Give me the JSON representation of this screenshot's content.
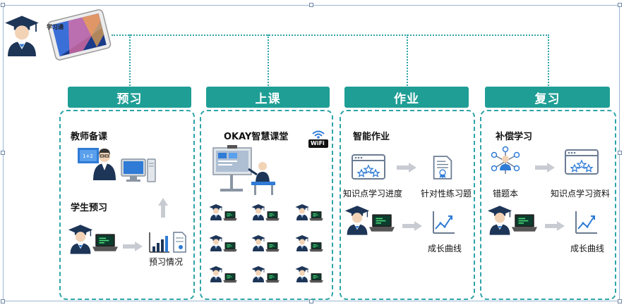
{
  "header": {
    "tablet_title": "学习通",
    "tablet_sub": ""
  },
  "tabs": [
    "预习",
    "上课",
    "作业",
    "复习"
  ],
  "preview": {
    "teacher_prep": "教师备课",
    "student_preview": "学生预习",
    "preview_status": "预习情况"
  },
  "class": {
    "title": "OKAY智慧课堂",
    "wifi": "WiFi"
  },
  "homework": {
    "title": "智能作业",
    "progress": "知识点学习进度",
    "targeted": "针对性练习题",
    "growth": "成长曲线"
  },
  "review": {
    "title": "补偿学习",
    "mistakes": "错题本",
    "materials": "知识点学习资料",
    "growth": "成长曲线"
  },
  "colors": {
    "teal": "#1f9e95",
    "dash": "#2fa4a8",
    "navy": "#1d3557",
    "blue": "#2f7bd6"
  }
}
